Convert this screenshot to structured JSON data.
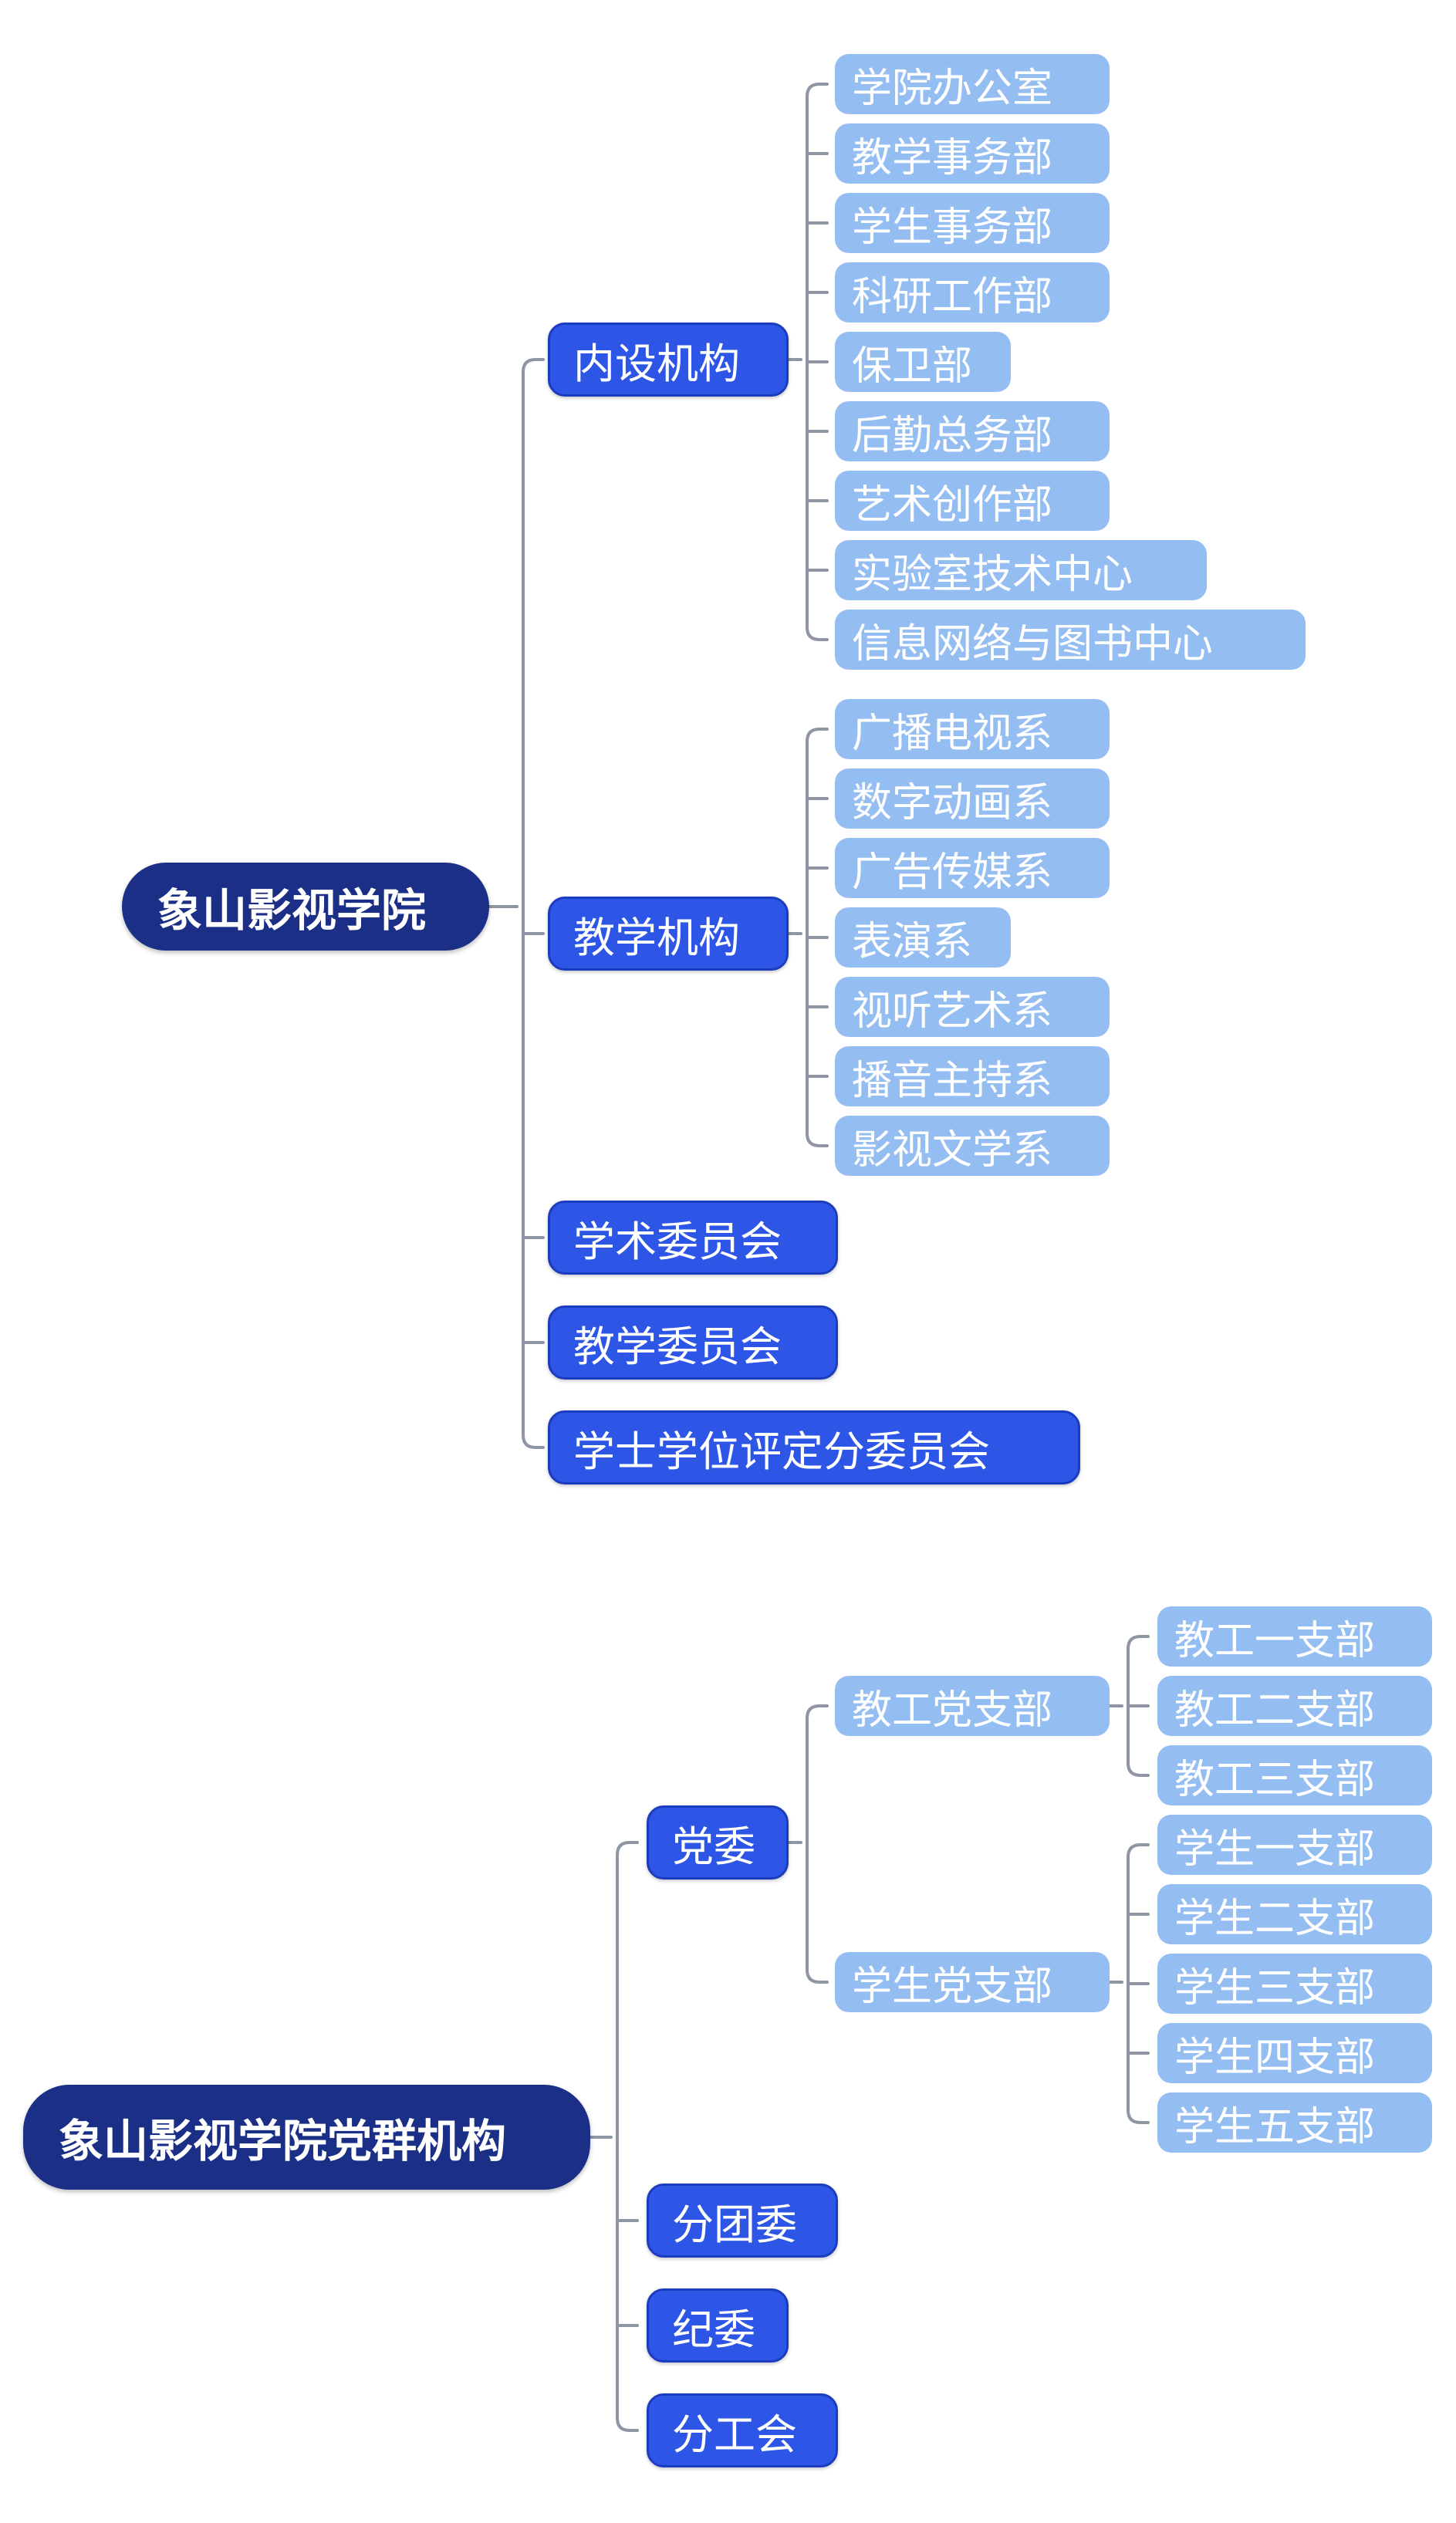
{
  "colors": {
    "root_bg": "#1b2f86",
    "level1_bg": "#2d55e6",
    "level2_bg": "#94bdf2",
    "connector": "#8f96a3",
    "text": "#ffffff"
  },
  "tree1": {
    "root": "象山影视学院",
    "neishe": {
      "label": "内设机构",
      "children": [
        "学院办公室",
        "教学事务部",
        "学生事务部",
        "科研工作部",
        "保卫部",
        "后勤总务部",
        "艺术创作部",
        "实验室技术中心",
        "信息网络与图书中心"
      ]
    },
    "jiaoxue": {
      "label": "教学机构",
      "children": [
        "广播电视系",
        "数字动画系",
        "广告传媒系",
        "表演系",
        "视听艺术系",
        "播音主持系",
        "影视文学系"
      ]
    },
    "xueshu": "学术委员会",
    "jiaoxue_weiyuanhui": "教学委员会",
    "xueshi": "学士学位评定分委员会"
  },
  "tree2": {
    "root": "象山影视学院党群机构",
    "dangwei": {
      "label": "党委",
      "jiaogong": {
        "label": "教工党支部",
        "children": [
          "教工一支部",
          "教工二支部",
          "教工三支部"
        ]
      },
      "xuesheng": {
        "label": "学生党支部",
        "children": [
          "学生一支部",
          "学生二支部",
          "学生三支部",
          "学生四支部",
          "学生五支部"
        ]
      }
    },
    "fentuanwei": "分团委",
    "jiwei": "纪委",
    "fengonghui": "分工会"
  }
}
